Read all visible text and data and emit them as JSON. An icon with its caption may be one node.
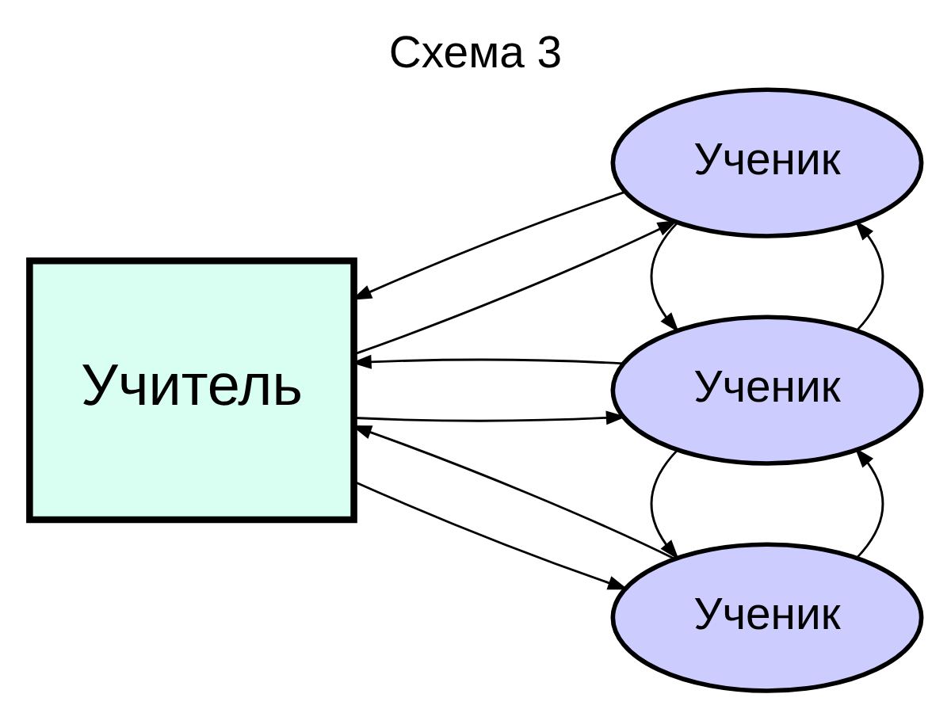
{
  "diagram": {
    "title": "Схема 3",
    "nodes": [
      {
        "text": [
          "Учитель"
        ]
      },
      {
        "text": [
          "Ученик"
        ]
      },
      {
        "text": [
          "Ученик"
        ]
      },
      {
        "text": [
          "Ученик"
        ]
      }
    ],
    "edges": [
      {
        "from": 0,
        "to": 1,
        "arrow": "to"
      },
      {
        "from": 1,
        "to": 0,
        "arrow": "to"
      },
      {
        "from": 0,
        "to": 2,
        "arrow": "to"
      },
      {
        "from": 2,
        "to": 0,
        "arrow": "to"
      },
      {
        "from": 0,
        "to": 3,
        "arrow": "to"
      },
      {
        "from": 3,
        "to": 0,
        "arrow": "to"
      },
      {
        "from": 1,
        "to": 2,
        "arrow": "to"
      },
      {
        "from": 2,
        "to": 1,
        "arrow": "to"
      },
      {
        "from": 2,
        "to": 3,
        "arrow": "to"
      },
      {
        "from": 3,
        "to": 2,
        "arrow": "to"
      }
    ]
  }
}
